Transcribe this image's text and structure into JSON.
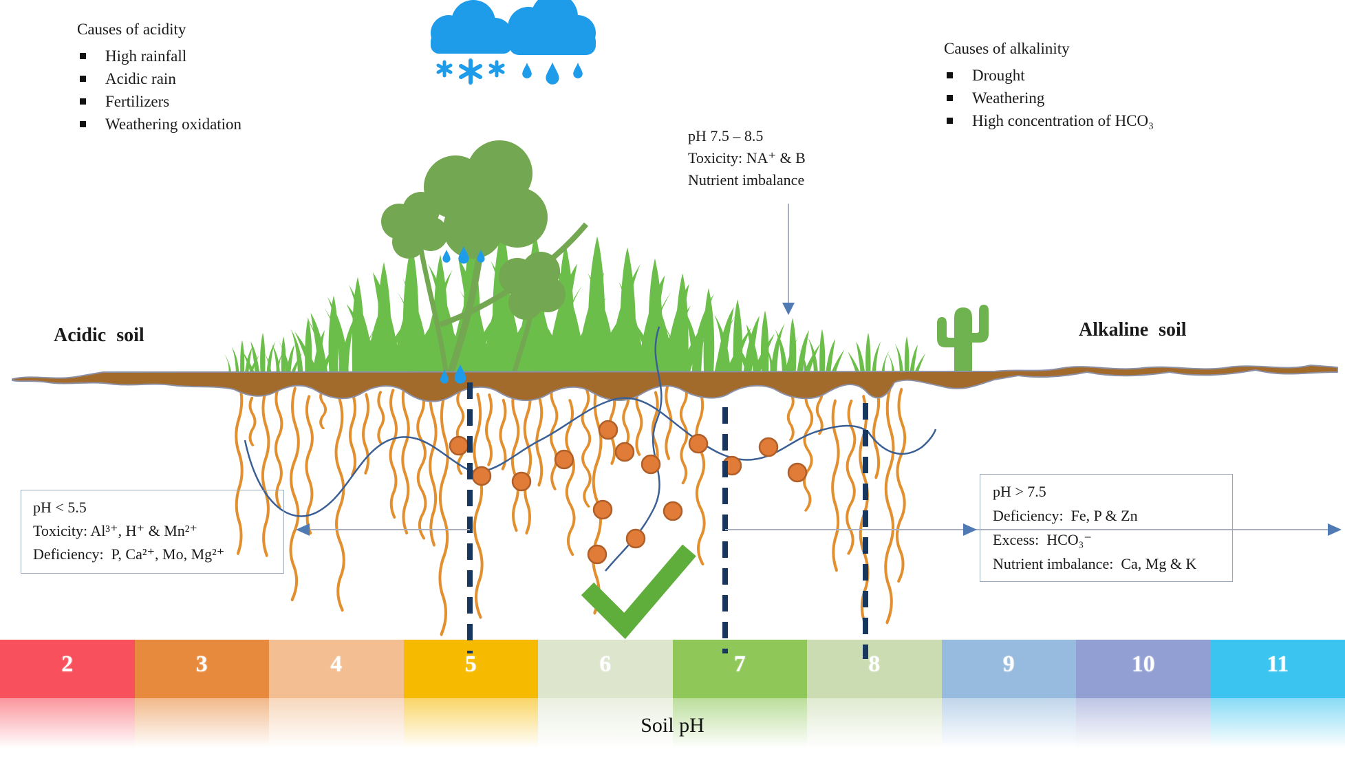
{
  "causes_acidity": {
    "title": "Causes of acidity",
    "items": [
      "High rainfall",
      "Acidic rain",
      "Fertilizers",
      "Weathering oxidation"
    ]
  },
  "causes_alkalinity": {
    "title": "Causes of alkalinity",
    "items": [
      "Drought",
      "Weathering",
      "High concentration of HCO₃"
    ]
  },
  "center_note": {
    "line1": "pH 7.5 – 8.5",
    "line2": "Toxicity: NA⁺ & B",
    "line3": "Nutrient imbalance"
  },
  "acid_box": {
    "line1": "pH < 5.5",
    "line2": "Toxicity: Al³⁺, H⁺ & Mn²⁺",
    "line3": "Deficiency:  P, Ca²⁺, Mo, Mg²⁺"
  },
  "alkaline_box": {
    "line1": "pH > 7.5",
    "line2": "Deficiency:  Fe, P & Zn",
    "line3": "Excess:  HCO₃⁻",
    "line4": "Nutrient imbalance:  Ca, Mg & K"
  },
  "soil_labels": {
    "acidic": "Acidic soil",
    "alkaline": "Alkaline soil"
  },
  "scale": {
    "title": "Soil pH",
    "cells": [
      {
        "value": "2",
        "color": "#f8505c"
      },
      {
        "value": "3",
        "color": "#e88a3d"
      },
      {
        "value": "4",
        "color": "#f2be92"
      },
      {
        "value": "5",
        "color": "#f6ba00"
      },
      {
        "value": "6",
        "color": "#dde5cd"
      },
      {
        "value": "7",
        "color": "#8fc859"
      },
      {
        "value": "8",
        "color": "#cbdcb2"
      },
      {
        "value": "9",
        "color": "#97bbdf"
      },
      {
        "value": "10",
        "color": "#929fd3"
      },
      {
        "value": "11",
        "color": "#3ac4ef"
      }
    ]
  },
  "colors": {
    "grass": "#6cbe4a",
    "clover": "#74a751",
    "cactus": "#6fb350",
    "soil": "#a26b2c",
    "soil_outline": "#8b90a6",
    "root": "#e2902f",
    "water_line": "#3a5f94",
    "nutrient_dot": "#e07b38",
    "check": "#5fae3c",
    "cloud_rain": "#1f9ce9",
    "dashed_line": "#17375e",
    "arrow_head": "#4f7ab3",
    "arrow_line": "#a7afc0",
    "box_border": "#9aa8bb"
  }
}
